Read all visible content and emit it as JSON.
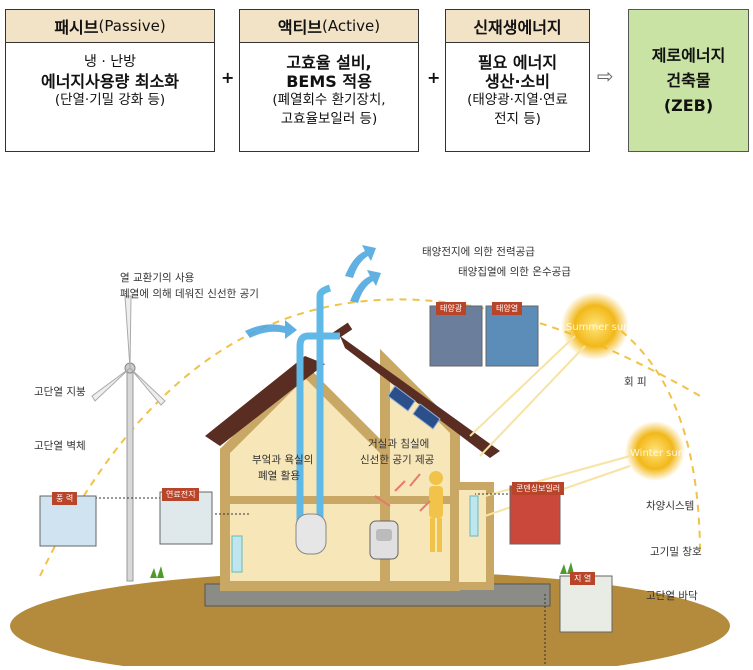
{
  "boxes": [
    {
      "title_kr": "패시브",
      "title_en": "(Passive)",
      "line1": "냉 · 난방",
      "line2": "에너지사용량 최소화",
      "line3": "(단열·기밀 강화 등)"
    },
    {
      "title_kr": "액티브",
      "title_en": "(Active)",
      "line1": "고효율 설비,",
      "line2": "BEMS 적용",
      "line3": "(폐열회수 환기장치,",
      "line4": "고효율보일러 등)"
    },
    {
      "title_kr": "신재생에너지",
      "title_en": "",
      "line1": "필요 에너지",
      "line2": "생산·소비",
      "line3": "(태양광·지열·연료",
      "line4": "전지 등)"
    }
  ],
  "operators": {
    "plus": "+",
    "arrow": "⇨"
  },
  "result": {
    "line1": "제로에너지",
    "line2": "건축물",
    "line3": "(ZEB)"
  },
  "diagram": {
    "labels": {
      "ventilation": "열 교환기의 사용",
      "ventilation2": "폐열에 의해 데워진 신선한 공기",
      "solar_power": "태양전지에 의한 전력공급",
      "solar_heat": "태양집열에 의한 온수공급",
      "roof": "고단열 지붕",
      "wall": "고단열 벽체",
      "bedroom": "부엌과 욕실의",
      "bedroom2": "폐열 활용",
      "living": "거실과 침실에",
      "living2": "신선한 공기 제공",
      "avoid": "회 피",
      "shading": "차양시스템",
      "airtight": "고기밀 창호",
      "floor": "고단열 바닥",
      "summer_sun": "Summer sun",
      "winter_sun": "Winter sun"
    },
    "tags": {
      "wind": "풍 력",
      "fuelcell": "연료전지",
      "solar_pv": "태양광",
      "solar_th": "태양열",
      "boiler": "콘덴싱보일러",
      "geo": "지 열"
    }
  },
  "colors": {
    "box_head": "#f3e3c6",
    "zeb_fill": "#c9e3a4",
    "earth": "#b48a3c",
    "house_wall": "#f6e6b8",
    "roof": "#5a2d22",
    "sun": "#f2b81a"
  }
}
